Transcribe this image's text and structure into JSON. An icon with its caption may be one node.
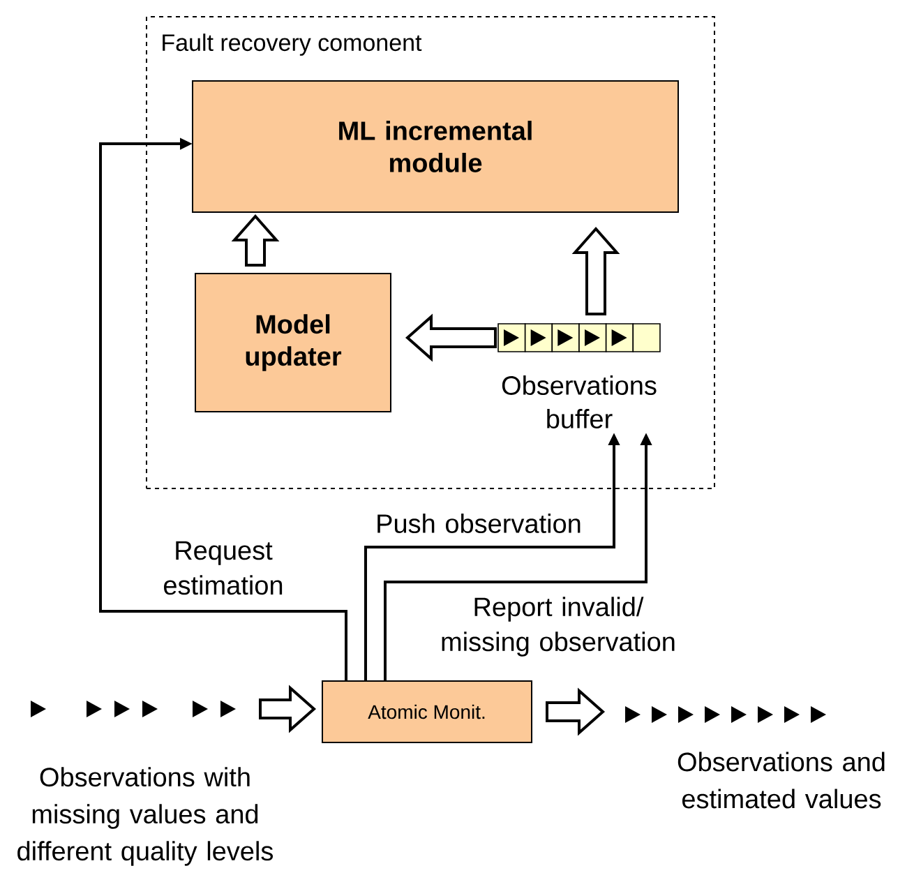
{
  "diagram": {
    "nodes": [
      {
        "text": [
          "Fault recovery comonent"
        ]
      },
      {
        "text": [
          "ML incremental module"
        ],
        "in": 0
      },
      {
        "text": [
          "Model updater"
        ],
        "in": 0
      },
      {
        "text": [
          "Observations buffer"
        ],
        "in": 0
      },
      {
        "text": [
          "Atomic Monit."
        ]
      },
      {
        "text": [
          "Observations with missing values and different quality levels"
        ]
      },
      {
        "text": [
          "Observations and estimated values"
        ]
      }
    ],
    "edges": [
      {
        "from": 2,
        "to": 1,
        "arrow": "to",
        "style": "thick"
      },
      {
        "from": 3,
        "to": 1,
        "arrow": "to",
        "style": "thick"
      },
      {
        "from": 3,
        "to": 2,
        "arrow": "to",
        "style": "thick"
      },
      {
        "from": 4,
        "to": 1,
        "arrow": "to",
        "label": "Request estimation"
      },
      {
        "from": 4,
        "to": 3,
        "arrow": "to",
        "label": "Push observation"
      },
      {
        "from": 4,
        "to": 3,
        "arrow": "to",
        "label": "Report invalid/ missing observation"
      },
      {
        "from": 5,
        "to": 4,
        "arrow": "to",
        "style": "thick"
      },
      {
        "from": 4,
        "to": 6,
        "arrow": "to",
        "style": "thick"
      }
    ]
  }
}
